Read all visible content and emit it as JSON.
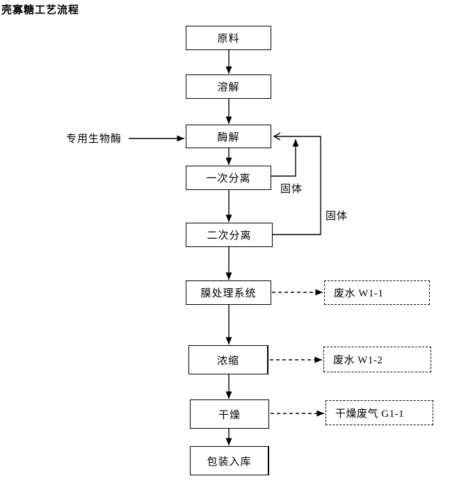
{
  "title": "壳寡糖工艺流程",
  "colors": {
    "ink": "#000000",
    "background": "#ffffff"
  },
  "flow": {
    "boxes": [
      {
        "id": "raw-material",
        "label": "原料"
      },
      {
        "id": "dissolution",
        "label": "溶解"
      },
      {
        "id": "enzymolysis",
        "label": "酶解"
      },
      {
        "id": "first-separation",
        "label": "一次分离"
      },
      {
        "id": "second-separation",
        "label": "二次分离"
      },
      {
        "id": "membrane-treatment",
        "label": "膜处理系统"
      },
      {
        "id": "concentration",
        "label": "浓缩"
      },
      {
        "id": "drying",
        "label": "干燥"
      },
      {
        "id": "packaging-storage",
        "label": "包装入库"
      }
    ],
    "side_input": {
      "label": "专用生物酶",
      "to": "酶解"
    },
    "recycle_streams": [
      {
        "label": "固体",
        "from": "一次分离",
        "to": "酶解"
      },
      {
        "label": "固体",
        "from": "二次分离",
        "to": "酶解"
      }
    ],
    "emission_outputs": [
      {
        "label": "废水 W1-1",
        "from": "膜处理系统",
        "line_style": "dashed"
      },
      {
        "label": "废水 W1-2",
        "from": "浓缩",
        "line_style": "dashed"
      },
      {
        "label": "干燥废气 G1-1",
        "from": "干燥",
        "line_style": "dashed"
      }
    ]
  }
}
